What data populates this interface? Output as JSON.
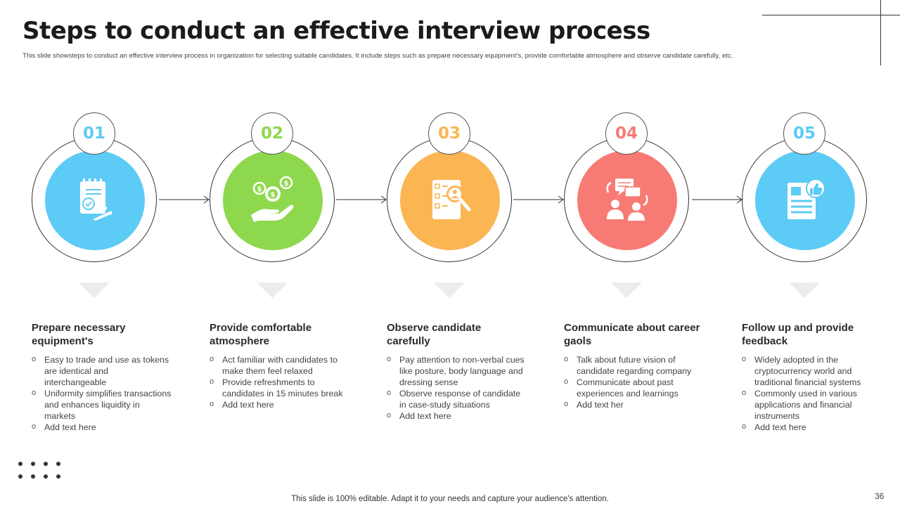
{
  "slide": {
    "title": "Steps to conduct an effective interview process",
    "subtitle": "This slide showsteps to conduct an effective interview process in organization for selecting suitable candidates. It include steps such as prepare necessary equipment's, provide comfortable atmosphere and observe candidate carefully, etc.",
    "footer": "This slide is 100% editable. Adapt it to your needs and capture your audience's attention.",
    "page_number": "36"
  },
  "colors": {
    "blue": "#5ccbf5",
    "green": "#8ed84d",
    "orange": "#fbb553",
    "red": "#f77b74",
    "connector": "#333333"
  },
  "steps": [
    {
      "number": "01",
      "icon": "document-checklist-icon",
      "title": "Prepare necessary equipment's",
      "bullets": [
        "Easy to trade and use as tokens are identical and interchangeable",
        "Uniformity simplifies transactions and enhances liquidity in markets",
        "Add text here"
      ]
    },
    {
      "number": "02",
      "icon": "hand-money-gear-icon",
      "title": "Provide comfortable atmosphere",
      "bullets": [
        "Act familiar with candidates to make them feel relaxed",
        "Provide refreshments to candidates in 15 minutes break",
        "Add text here"
      ]
    },
    {
      "number": "03",
      "icon": "resume-magnifier-icon",
      "title": "Observe candidate carefully",
      "bullets": [
        "Pay attention to non-verbal cues like posture, body language and dressing sense",
        "Observe response of candidate in case-study situations",
        "Add text here"
      ]
    },
    {
      "number": "04",
      "icon": "people-conversation-icon",
      "title": "Communicate about career gaols",
      "bullets": [
        "Talk about future vision of candidate regarding company",
        "Communicate about past experiences and learnings",
        "Add text her"
      ]
    },
    {
      "number": "05",
      "icon": "document-thumbs-up-icon",
      "title": "Follow up and provide feedback",
      "bullets": [
        "Widely adopted in the cryptocurrency world and traditional financial systems",
        "Commonly used in various applications and financial instruments",
        "Add text here"
      ]
    }
  ]
}
